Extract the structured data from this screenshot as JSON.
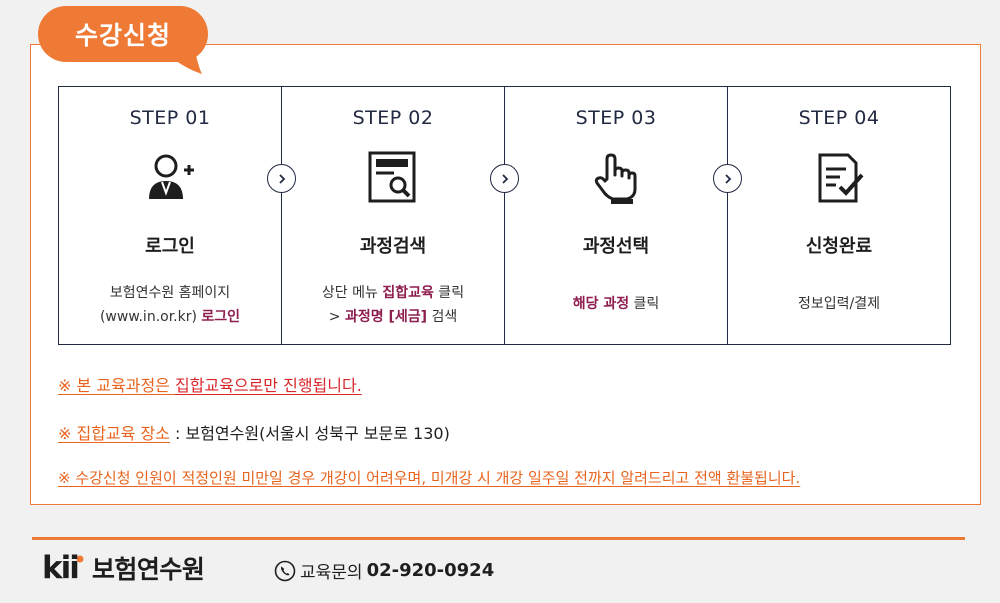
{
  "header": {
    "tab_title": "수강신청"
  },
  "steps": [
    {
      "num": "STEP 01",
      "icon": "user-add-icon",
      "title": "로그인",
      "desc_line1": "보험연수원 홈페이지",
      "desc_line2_pre": "(www.in.or.kr) ",
      "desc_line2_hl": "로그인"
    },
    {
      "num": "STEP 02",
      "icon": "search-document-icon",
      "title": "과정검색",
      "desc_line1_pre": "상단 메뉴 ",
      "desc_line1_hl": "집합교육",
      "desc_line1_post": " 클릭",
      "desc_line2_pre": "> ",
      "desc_line2_hl": "과정명 [세금]",
      "desc_line2_post": " 검색"
    },
    {
      "num": "STEP 03",
      "icon": "pointer-hand-icon",
      "title": "과정선택",
      "desc_hl": "해당 과정",
      "desc_post": " 클릭"
    },
    {
      "num": "STEP 04",
      "icon": "form-check-icon",
      "title": "신청완료",
      "desc": "정보입력/결제"
    }
  ],
  "notes": {
    "n1_pre": "※ 본 교육과정은 ",
    "n1_hl": "집합교육으로만 진행됩니다.",
    "n2_pre": "※ 집합교육 장소",
    "n2_post": " : 보험연수원(서울시 성북구 보문로 130)",
    "n3": "※ 수강신청 인원이 적정인원 미만일 경우 개강이 어려우며, 미개강 시 개강 일주일 전까지 알려드리고 전액 환불됩니다."
  },
  "footer": {
    "logo_kii": "kii",
    "logo_name": "보험연수원",
    "contact_label": "교육문의",
    "contact_number": "02-920-0924"
  },
  "colors": {
    "accent": "#ee7a35",
    "navy": "#222a43",
    "highlight": "#8f1e50",
    "red": "#d9262a"
  }
}
